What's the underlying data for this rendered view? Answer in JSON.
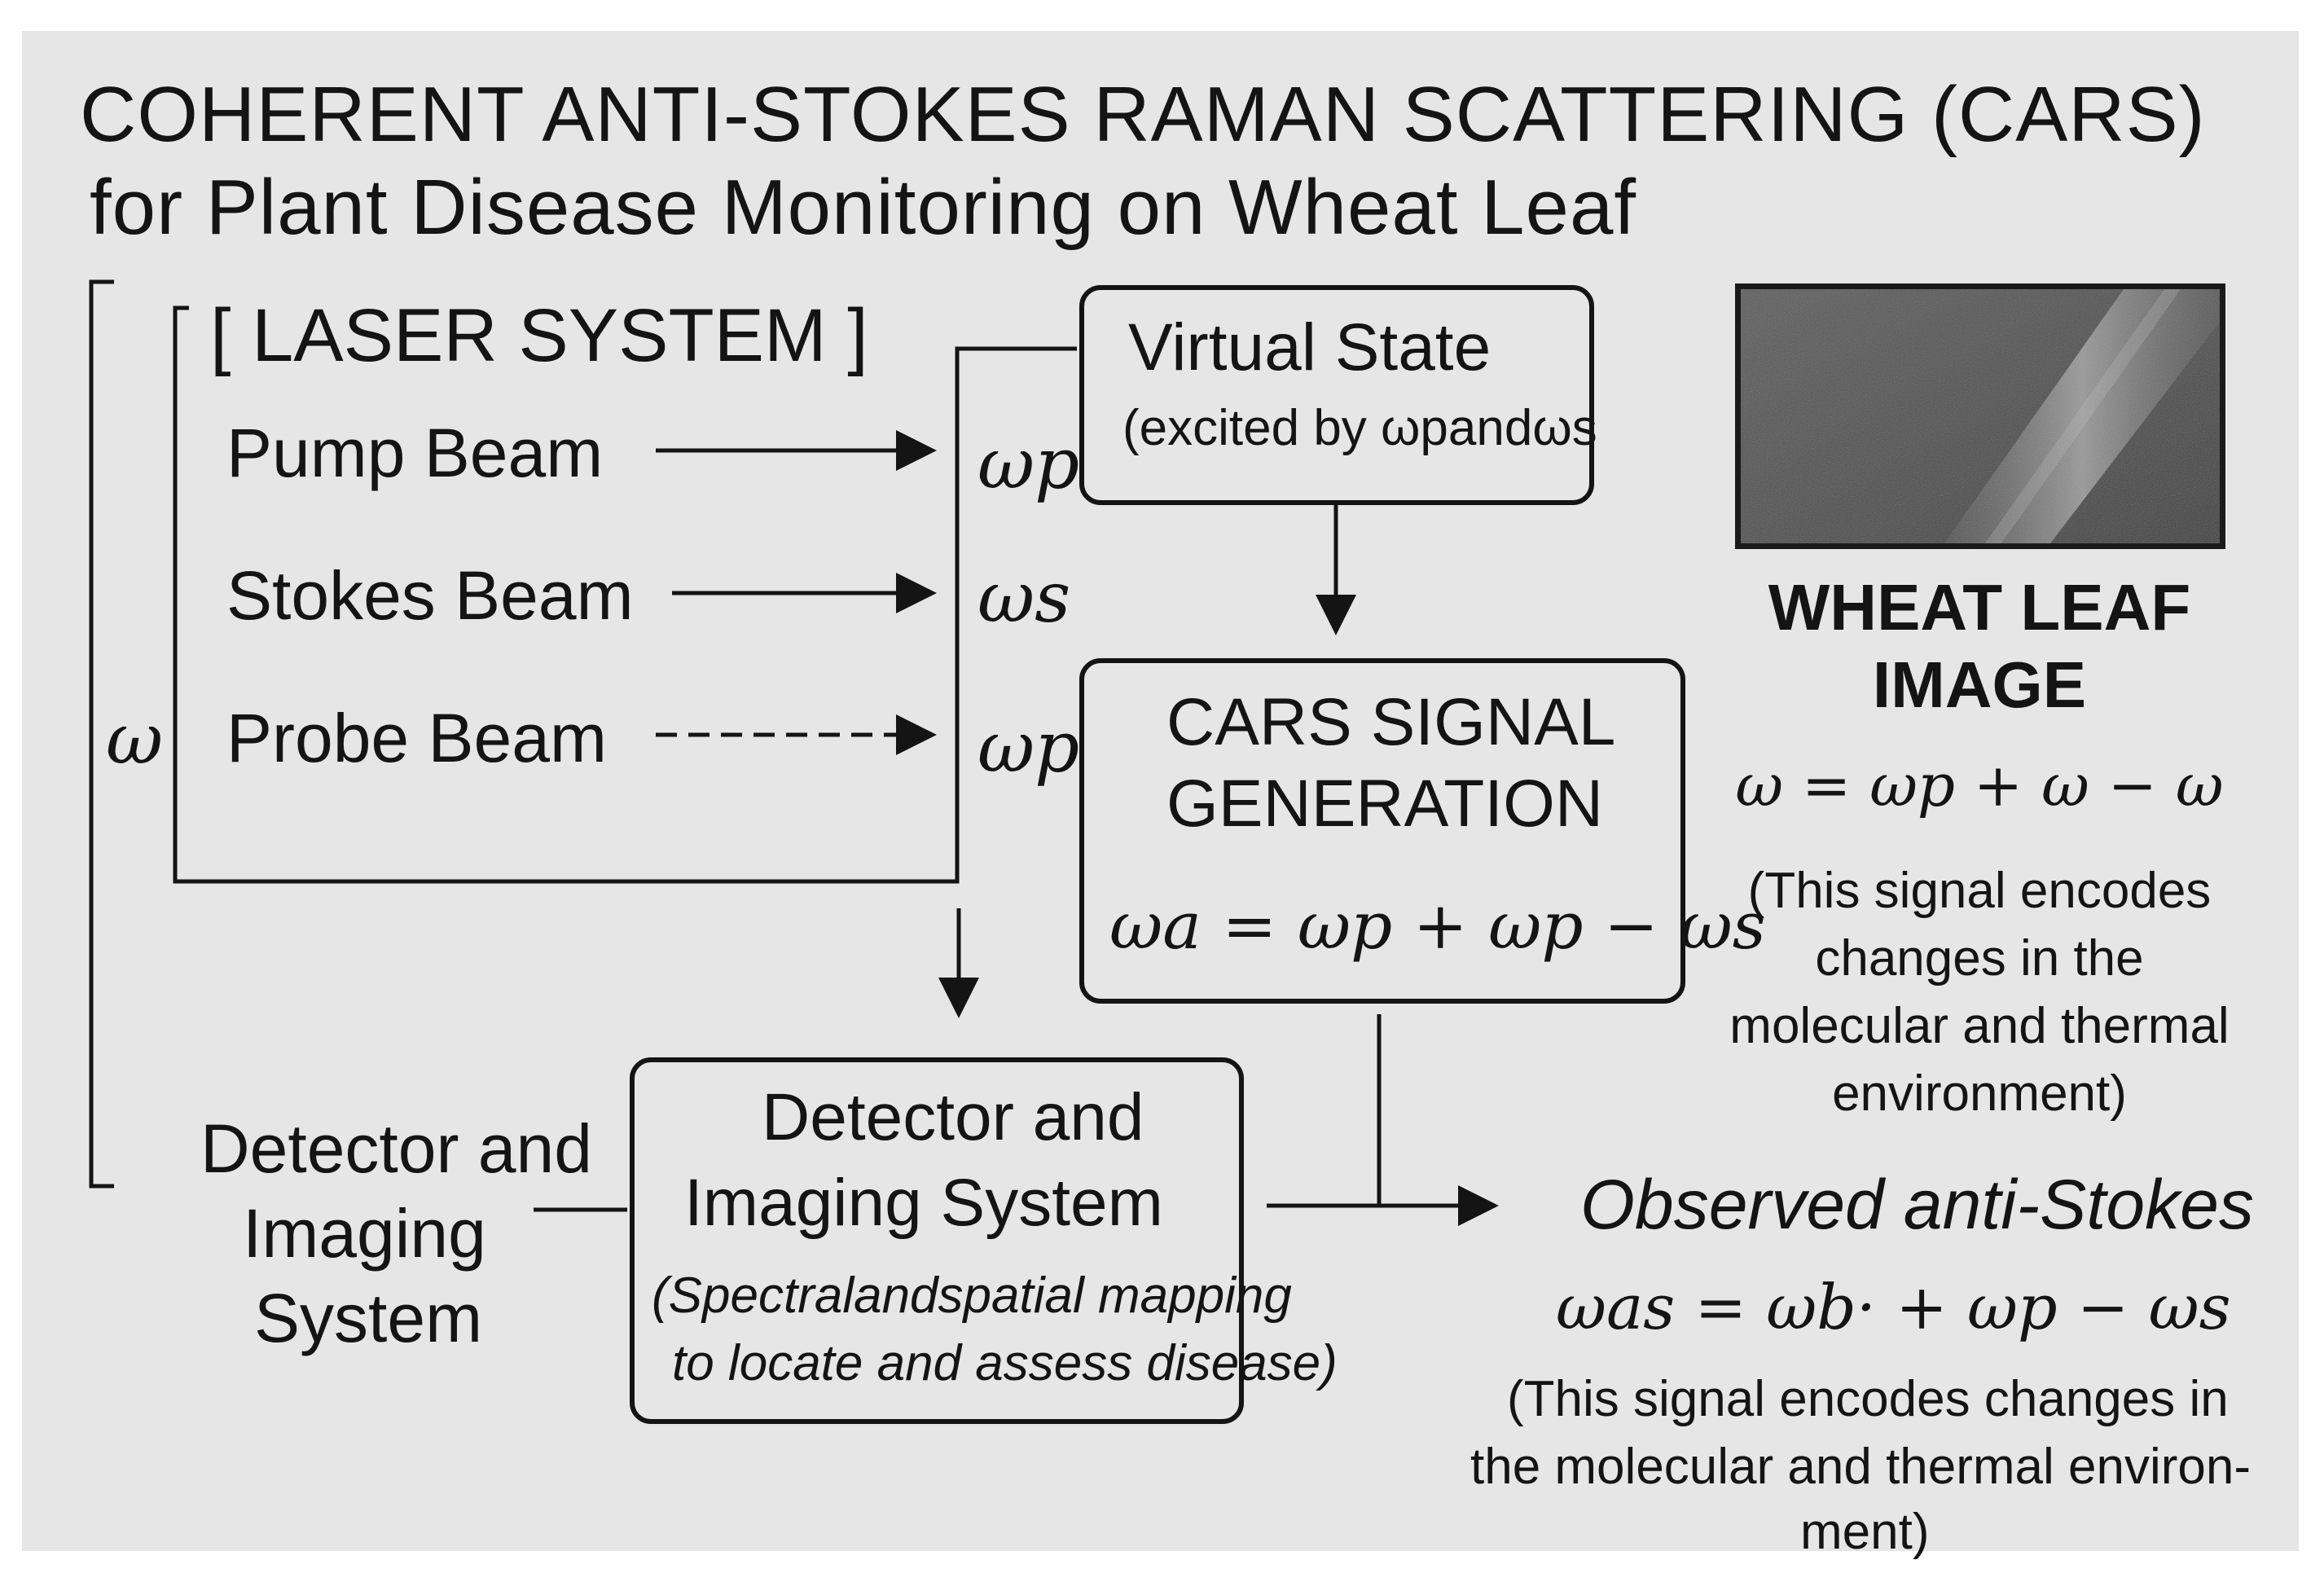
{
  "title": {
    "line1": "COHERENT ANTI-STOKES RAMAN SCATTERING (CARS)",
    "line2": "for Plant Disease Monitoring on Wheat Leaf"
  },
  "laser_system": {
    "label": "[ LASER SYSTEM ]",
    "side_symbol": "ω",
    "beams": [
      {
        "label": "Pump Beam",
        "symbol": "ωp",
        "style": "solid"
      },
      {
        "label": "Stokes Beam",
        "symbol": "ωs",
        "style": "solid"
      },
      {
        "label": "Probe Beam",
        "symbol": "ωp",
        "style": "dashed"
      }
    ]
  },
  "virtual_state": {
    "title": "Virtual State",
    "subtitle": "(excited by ωpandωs"
  },
  "cars_signal": {
    "title_line1": "CARS SIGNAL",
    "title_line2": "GENERATION",
    "equation": "ωa = ωp + ωp − ωs"
  },
  "detector_box": {
    "title_line1": "Detector and",
    "title_line2": "Imaging System",
    "desc_line1": "(Spectralandspatial mapping",
    "desc_line2": "to locate and assess disease)"
  },
  "detector_side_label": {
    "line1": "Detector and",
    "line2": "Imaging",
    "line3": "System"
  },
  "wheat_leaf": {
    "title_line1": "WHEAT LEAF",
    "title_line2": "IMAGE",
    "equation": "ω = ωp + ω − ω",
    "note_line1": "(This signal encodes",
    "note_line2": "changes in the",
    "note_line3": "molecular and thermal",
    "note_line4": "environment)"
  },
  "observed": {
    "title": "Observed anti-Stokes",
    "equation": "ωas = ωb· + ωp − ωs",
    "note_line1": "(This signal encodes changes in",
    "note_line2": "the molecular and thermal environ-",
    "note_line3": "ment)"
  },
  "colors": {
    "panel_bg": "#e6e6e6",
    "ink": "#141414"
  }
}
